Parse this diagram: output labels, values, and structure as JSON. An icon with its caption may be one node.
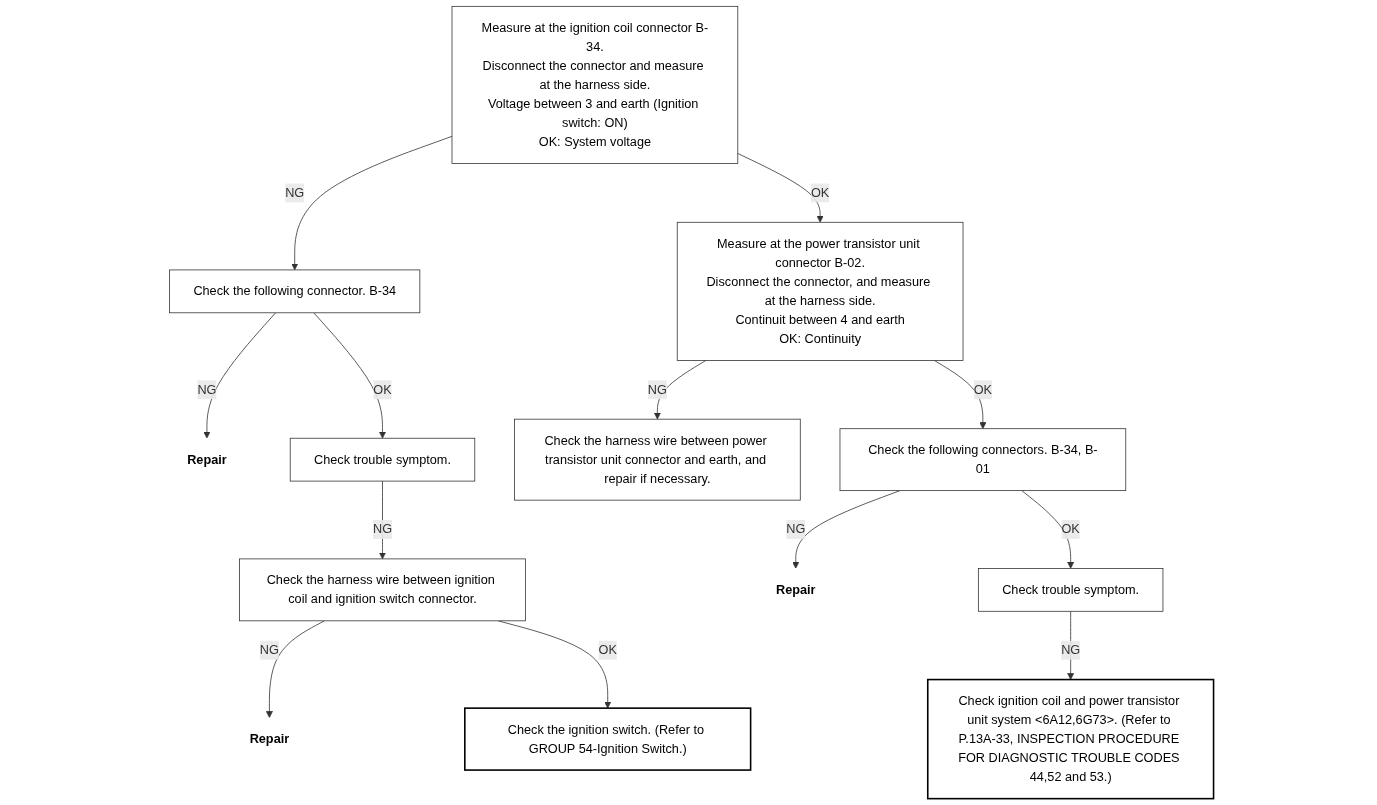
{
  "diagram": {
    "nodes": [
      {
        "text": [
          "Measure at the ignition coil connector B-34.",
          "Disconnect the connector and measure at the harness side.",
          "Voltage between 3 and earth (Ignition switch: ON)",
          "OK: System voltage"
        ]
      },
      {
        "text": [
          "Check the following connector. B-34"
        ]
      },
      {
        "text": [
          "Repair"
        ]
      },
      {
        "text": [
          "Check trouble symptom."
        ]
      },
      {
        "text": [
          "Check the harness wire between ignition coil and ignition switch connector."
        ]
      },
      {
        "text": [
          "Repair"
        ]
      },
      {
        "text": [
          "Check the ignition switch. (Refer to GROUP 54-Ignition Switch.)"
        ]
      },
      {
        "text": [
          "Measure at the power transistor unit connector B-02.",
          "Disconnect the connector, and measure at the harness side.",
          "Continuit between 4 and earth",
          "OK: Continuity"
        ]
      },
      {
        "text": [
          "Check the harness wire between power transistor unit connector and earth, and repair if necessary."
        ]
      },
      {
        "text": [
          "Check the following connectors. B-34, B-01"
        ]
      },
      {
        "text": [
          "Repair"
        ]
      },
      {
        "text": [
          "Check trouble symptom."
        ]
      },
      {
        "text": [
          "Check ignition coil and power transistor unit system <6A12,6G73>. (Refer to P.13A-33, INSPECTION PROCEDURE FOR DIAGNOSTIC TROUBLE CODES 44,52 and 53.)"
        ]
      }
    ],
    "edges": [
      {
        "from": 0,
        "to": 1,
        "label": "NG",
        "arrow": "to"
      },
      {
        "from": 1,
        "to": 2,
        "label": "NG",
        "arrow": "to"
      },
      {
        "from": 1,
        "to": 3,
        "label": "OK",
        "arrow": "to"
      },
      {
        "from": 3,
        "to": 4,
        "label": "NG",
        "arrow": "to"
      },
      {
        "from": 4,
        "to": 5,
        "label": "NG",
        "arrow": "to"
      },
      {
        "from": 4,
        "to": 6,
        "label": "OK",
        "arrow": "to"
      },
      {
        "from": 0,
        "to": 7,
        "label": "OK",
        "arrow": "to"
      },
      {
        "from": 7,
        "to": 8,
        "label": "NG",
        "arrow": "to"
      },
      {
        "from": 7,
        "to": 9,
        "label": "OK",
        "arrow": "to"
      },
      {
        "from": 9,
        "to": 10,
        "label": "NG",
        "arrow": "to"
      },
      {
        "from": 9,
        "to": 11,
        "label": "OK",
        "arrow": "to"
      },
      {
        "from": 11,
        "to": 12,
        "label": "NG",
        "arrow": "to"
      }
    ]
  }
}
